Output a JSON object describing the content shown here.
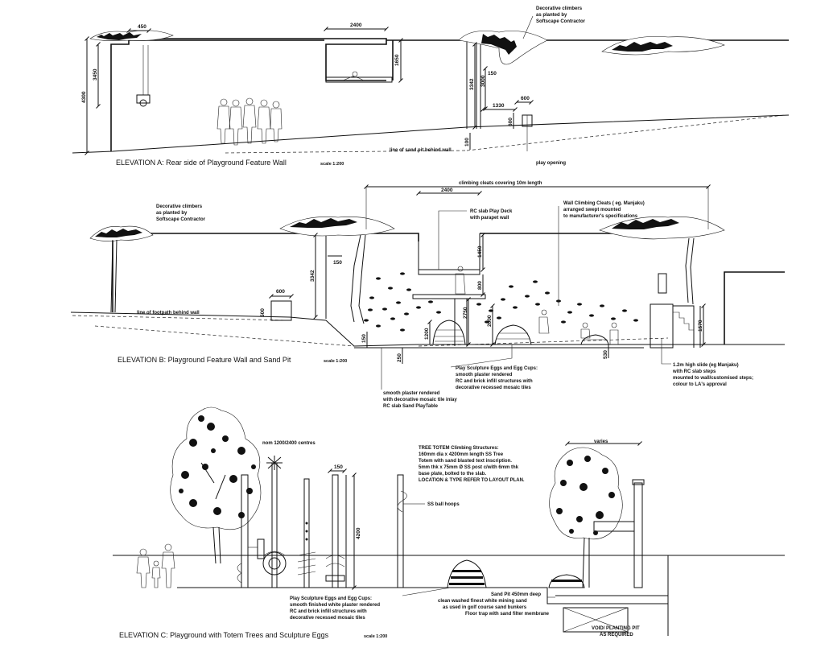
{
  "elevation_a": {
    "title": "ELEVATION A: Rear side of Playground Feature Wall",
    "scale": "scale 1:200",
    "notes": {
      "climbers": [
        "Decorative climbers",
        "as planted by",
        "Softscape Contractor"
      ],
      "sand_line": "line of sand pit behind wall",
      "play_opening": "play opening"
    },
    "dims": [
      "450",
      "2400",
      "3450",
      "4300",
      "1650",
      "3342",
      "150",
      "3000",
      "1330",
      "600",
      "600",
      "100"
    ]
  },
  "elevation_b": {
    "title": "ELEVATION B: Playground Feature Wall and Sand Pit",
    "scale": "scale 1:200",
    "notes": {
      "climbers": [
        "Decorative climbers",
        "as planted by",
        "Softscape Contractor"
      ],
      "cleats_cover": "climbing cleats covering 10m length",
      "rc_slab": [
        "RC slab Play Deck",
        "with parapet wall"
      ],
      "wall_cleats": [
        "Wall Climbing Cleats ( eg. Manjaku)",
        "arranged swept mounted",
        "to manufacturer's specifications"
      ],
      "footpath": "line of footpath behind wall",
      "eggs": [
        "Play Sculpture Eggs and Egg Cups:",
        "smooth plaster rendered",
        "RC and brick infill structures with",
        "decorative recessed mosaic tiles"
      ],
      "plaster": [
        "smooth plaster rendered",
        "with decorative mosaic tile inlay",
        "RC slab Sand PlayTable"
      ],
      "slide": [
        "1.2m high slide (eg Manjaku)",
        "with RC slab steps",
        "mounted to wall/customised steps;",
        "colour to LA's approval"
      ]
    },
    "dims": [
      "2400",
      "3342",
      "150",
      "1450",
      "800",
      "600",
      "500",
      "2750",
      "2000",
      "1200",
      "150",
      "250",
      "530",
      "1570"
    ]
  },
  "elevation_c": {
    "title": "ELEVATION C: Playground  with Totem Trees and Sculpture Eggs",
    "scale": "scale 1:200",
    "notes": {
      "centres": "nom 1200/2400 centres",
      "totem": [
        "TREE TOTEM Climbing Structures:",
        "160mm dia x 4200mm length SS Tree",
        "Totem with sand blasted text inscription.",
        "5mm thk x 75mm Ø SS post c/with 6mm thk",
        "base plate, bolted to the slab.",
        "LOCATION & TYPE REFER TO LAYOUT PLAN."
      ],
      "hoops": "SS ball hoops",
      "varies": "varies",
      "eggs": [
        "Play Sculpture Eggs and Egg Cups:",
        "smooth finished white plaster rendered",
        "RC and brick infill structures with",
        "decorative recessed mosaic tiles"
      ],
      "sandpit": [
        "Sand Pit 450mm deep",
        "clean washed finest white mining sand",
        "as used in golf course sand bunkers",
        "Floor trap with sand filter membrane"
      ],
      "void": [
        "VOID/ PLANTING PIT",
        "AS REQUIRED"
      ]
    },
    "dims": [
      "150",
      "4200"
    ]
  }
}
